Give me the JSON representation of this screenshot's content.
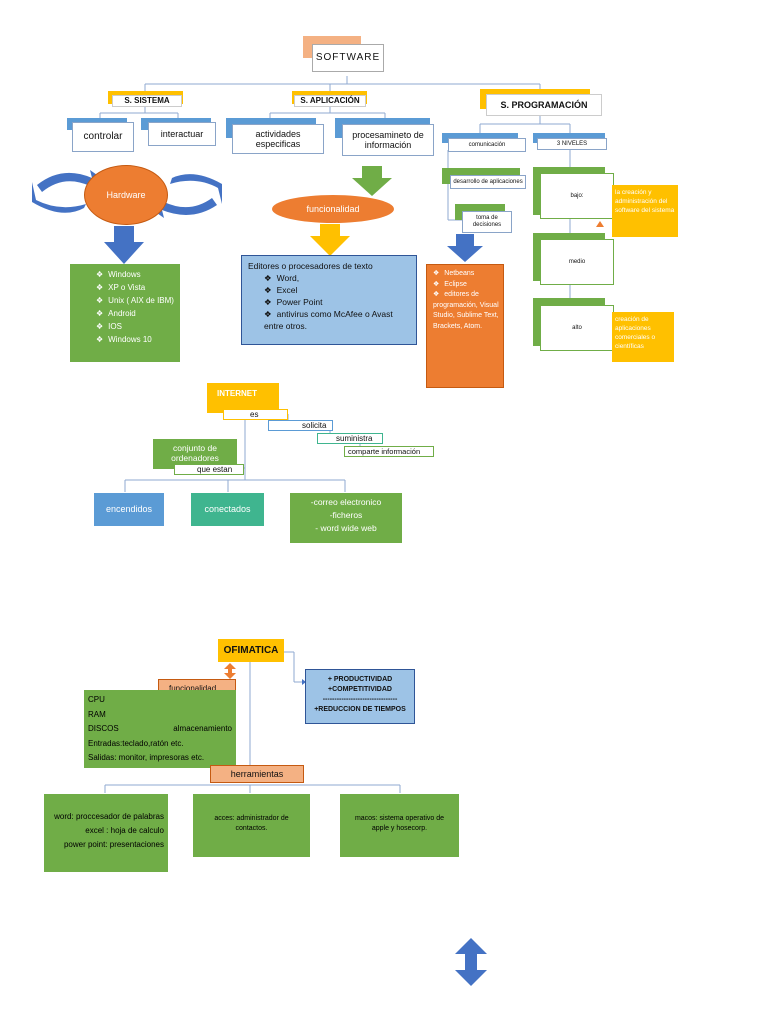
{
  "software": {
    "title": "SOFTWARE",
    "sistema": {
      "label": "S. SISTEMA",
      "controlar": "controlar",
      "interactuar": "interactuar",
      "hardware": "Hardware",
      "os_list": [
        "Windows",
        "XP o Vista",
        "Unix ( AIX de IBM)",
        "Android",
        "IOS",
        "Windows 10"
      ]
    },
    "aplicacion": {
      "label": "S. APLICACIÓN",
      "actividades": "actividades especificas",
      "procesamiento": "procesamineto de información",
      "funcionalidad": "funcionalidad",
      "editores_title": "Editores o procesadores de texto",
      "editores_items": [
        "Word,",
        "Excel",
        "Power Point",
        "antivirus como McAfee o Avast entre otros."
      ]
    },
    "programacion": {
      "label": "S. PROGRAMACIÓN",
      "comunicacion": "comunicación",
      "desarrollo": "desarrollo de aplicaciones",
      "toma": "toma de decisiones",
      "tools": [
        "Netbeans",
        "Eclipse",
        "editores de programación, Visual Studio, Sublime Text, Brackets, Atom."
      ],
      "niveles": "3 NIVELES",
      "bajo": "bajo:",
      "medio": "medio",
      "alto": "alto",
      "bajo_desc": "la creación y administración del software del sistema",
      "alto_desc": "creación de aplicaciones comerciales o científicas"
    }
  },
  "internet": {
    "title": "INTERNET",
    "es": "es",
    "solicita": "solicita",
    "suministra": "suministra",
    "comparte": "comparte información",
    "conjunto": "conjunto de ordenadores",
    "que_estan": "que estan",
    "encendidos": "encendidos",
    "conectados": "conectados",
    "correo_lines": [
      "-correo electronico",
      "-ficheros",
      "- word wide web"
    ]
  },
  "ofimatica": {
    "title": "OFIMATICA",
    "funcionalidad": "funcionalidad",
    "benefits": [
      "+ PRODUCTIVIDAD",
      "+COMPETITIVIDAD",
      "--------------------------------",
      "+REDUCCION DE TIEMPOS"
    ],
    "hw_cpu": "CPU",
    "hw_ram": "RAM",
    "hw_discos": "DISCOS",
    "hw_almacenamiento": "almacenamiento",
    "hw_entradas": "Entradas:teclado,ratón etc.",
    "hw_salidas": "Salidas: monitor, impresoras etc.",
    "herramientas": "herramientas",
    "tools_lines": [
      "word: proccesador de palabras",
      "excel : hoja de calculo",
      "power point: presentaciones"
    ],
    "acces": "acces: administrador de contactos.",
    "macos": "macos: sistema operativo de apple y hosecorp."
  }
}
